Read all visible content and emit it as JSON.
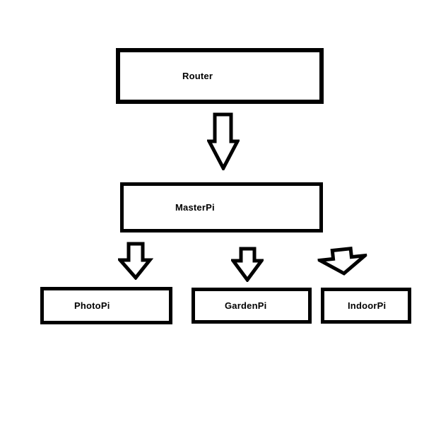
{
  "diagram": {
    "background_color": "#ffffff",
    "line_color": "#000000",
    "nodes": [
      {
        "id": "router",
        "label": "Router"
      },
      {
        "id": "masterpi",
        "label": "MasterPi"
      },
      {
        "id": "photopi",
        "label": "PhotoPi"
      },
      {
        "id": "gardenpi",
        "label": "GardenPi"
      },
      {
        "id": "indoorpi",
        "label": "IndoorPi"
      }
    ],
    "arrows": [
      {
        "from": "Router",
        "to": "MasterPi",
        "direction": "down"
      },
      {
        "from": "MasterPi",
        "to": "PhotoPi",
        "direction": "down"
      },
      {
        "from": "MasterPi",
        "to": "GardenPi",
        "direction": "down"
      },
      {
        "from": "MasterPi",
        "to": "IndoorPi",
        "direction": "down"
      }
    ]
  }
}
